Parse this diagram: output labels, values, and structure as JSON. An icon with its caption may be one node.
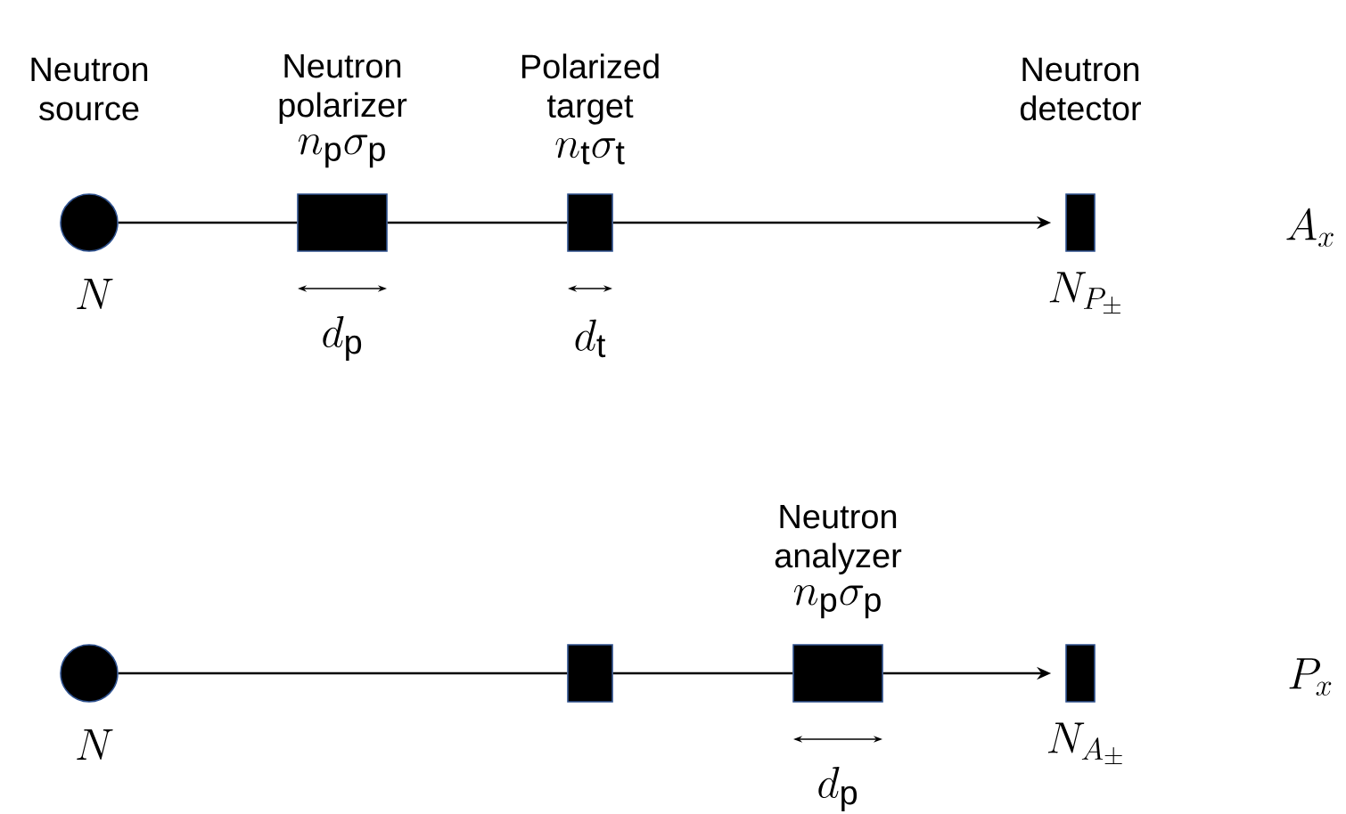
{
  "diagram": {
    "nodes": [
      {
        "text": [
          "Neutron source",
          "N"
        ]
      },
      {
        "text": [
          "Neutron polarizer",
          "n_{\\mathrm{p}}\\sigma_{\\mathrm{p}}"
        ],
        "beside": [
          "d_{\\mathrm{p}}"
        ]
      },
      {
        "text": [
          "Polarized target",
          "n_{\\mathrm{t}}\\sigma_{\\mathrm{t}}"
        ],
        "beside": [
          "d_{\\mathrm{t}}"
        ]
      },
      {
        "text": [
          "Neutron detector",
          "N_{P_\\pm}"
        ]
      },
      {
        "text": [
          "N"
        ]
      },
      {
        "text": [],
        "shape": "box"
      },
      {
        "text": [
          "Neutron analyzer",
          "n_{\\mathrm{p}}\\sigma_{\\mathrm{p}}"
        ],
        "beside": [
          "d_{\\mathrm{p}}"
        ]
      },
      {
        "text": [
          "N_{A_\\pm}"
        ]
      }
    ],
    "edges": [
      {
        "from": 0,
        "to": 1,
        "arrow": "none"
      },
      {
        "from": 1,
        "to": 2,
        "arrow": "none"
      },
      {
        "from": 2,
        "to": 3,
        "arrow": "to"
      },
      {
        "from": 4,
        "to": 5,
        "arrow": "none"
      },
      {
        "from": 5,
        "to": 6,
        "arrow": "none"
      },
      {
        "from": 6,
        "to": 7,
        "arrow": "to"
      }
    ],
    "labels": [
      "A_x",
      "P_x"
    ]
  }
}
